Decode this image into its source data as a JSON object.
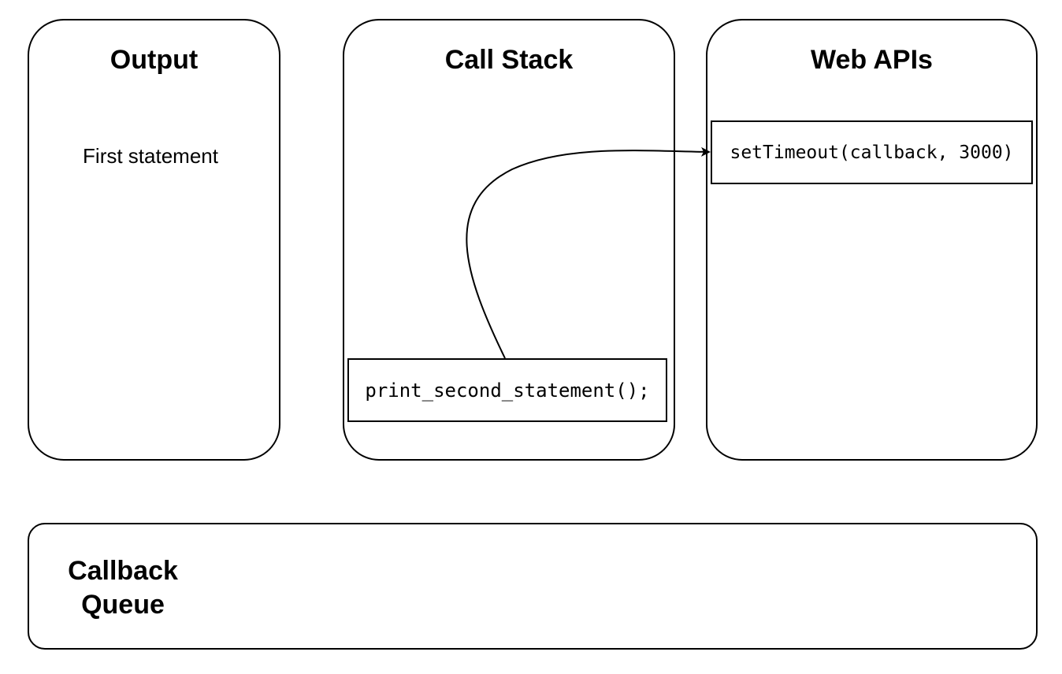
{
  "output": {
    "title": "Output",
    "lines": [
      "First statement"
    ]
  },
  "call_stack": {
    "title": "Call Stack",
    "frames": [
      "print_second_statement();"
    ]
  },
  "web_apis": {
    "title": "Web APIs",
    "items": [
      "setTimeout(callback, 3000)"
    ]
  },
  "callback_queue": {
    "title_line1": "Callback",
    "title_line2": "Queue"
  }
}
